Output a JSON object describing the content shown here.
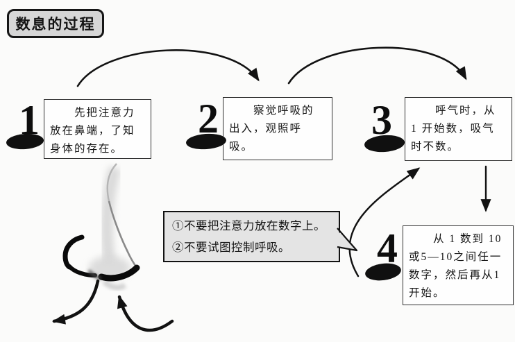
{
  "title": "数息的过程",
  "steps": [
    {
      "number": "1",
      "text_lines": [
        "　　先把注意力",
        "放在鼻端，了知",
        "身体的存在。"
      ]
    },
    {
      "number": "2",
      "text_lines": [
        "　　察觉呼吸的",
        "出入，观照呼",
        "吸。"
      ]
    },
    {
      "number": "3",
      "text_lines": [
        "　　呼气时，从",
        "1 开始数，吸气",
        "时不数。"
      ]
    },
    {
      "number": "4",
      "text_lines": [
        "　　从 1 数到 10",
        "或5—10之间任一",
        "数字，然后再从1",
        "开始。"
      ]
    }
  ],
  "note_bubble": {
    "lines": [
      "①不要把注意力放在数字上。",
      "②不要试图控制呼吸。"
    ]
  },
  "graphics": {
    "nose_sketch": "ink-wash nose drawing, nostril at lower tip",
    "flow_arrows": [
      "step1-to-step2",
      "step2-to-step3",
      "step3-down-to-step4",
      "step4-loop-back-to-step3"
    ],
    "breath_arrows": [
      "exhale-away-from-nostril",
      "inhale-toward-nostril"
    ],
    "number_marks": "black brush ellipse under each step number"
  },
  "colors": {
    "ink": "#141414",
    "paper": "#fbfbfa",
    "title-fill": "#d6d6d6",
    "bubble-fill": "#e4e4e4",
    "box-fill": "#fefefe",
    "box-border": "#2f2f2f",
    "arrow": "#121212"
  }
}
